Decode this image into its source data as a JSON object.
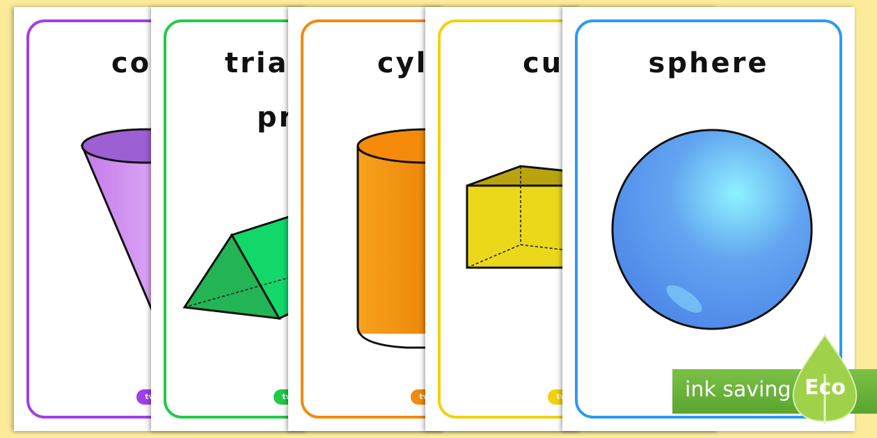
{
  "cards": [
    {
      "id": "cone",
      "title": "co",
      "border_color": "#a23fe8"
    },
    {
      "id": "triangular-prism",
      "title": "trian",
      "title2": "pr",
      "border_color": "#22c947"
    },
    {
      "id": "cylinder",
      "title": "cyli",
      "border_color": "#f28a0c"
    },
    {
      "id": "cuboid",
      "title": "cul",
      "border_color": "#f2d20c"
    },
    {
      "id": "sphere",
      "title": "sphere",
      "border_color": "#2a9cf0"
    }
  ],
  "logo_text": "twi",
  "eco_badge": {
    "text": "ink saving",
    "label": "Eco",
    "color": "#6db33f"
  }
}
